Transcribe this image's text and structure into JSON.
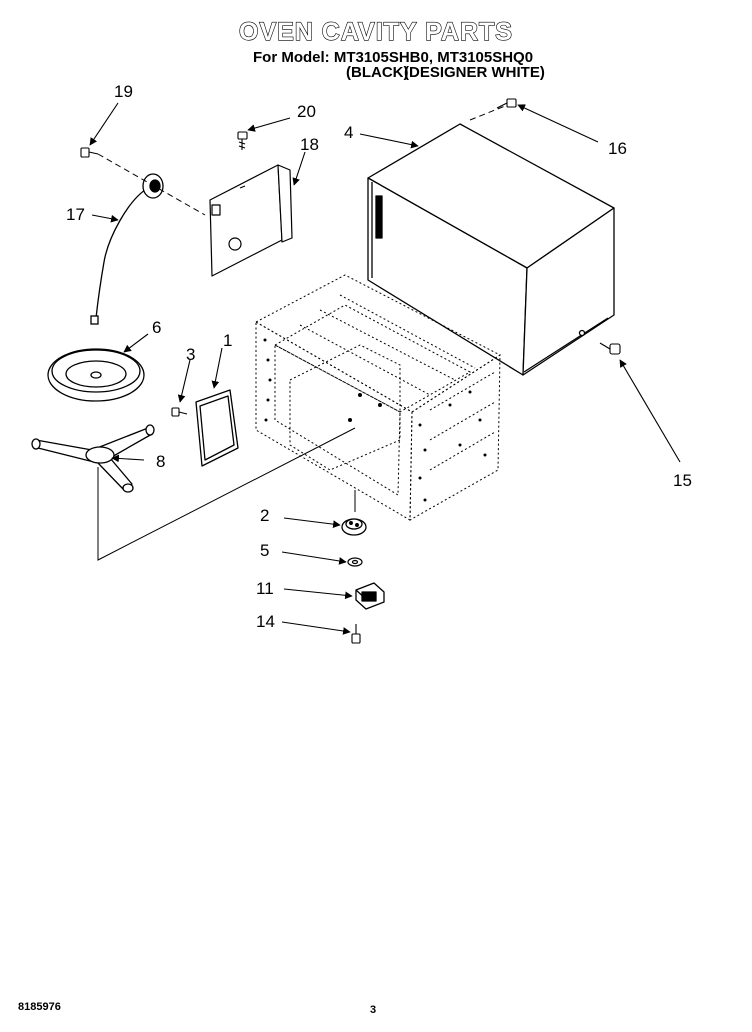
{
  "title": "OVEN CAVITY PARTS",
  "model_line": "For Model: MT3105SHB0, MT3105SHQ0",
  "variants": [
    "(BLACK)",
    "(DESIGNER WHITE)"
  ],
  "callouts": {
    "p1": "1",
    "p2": "2",
    "p3": "3",
    "p4": "4",
    "p5": "5",
    "p6": "6",
    "p8": "8",
    "p11": "11",
    "p14": "14",
    "p15": "15",
    "p16": "16",
    "p17": "17",
    "p18": "18",
    "p19": "19",
    "p20": "20"
  },
  "footer": {
    "doc_number": "8185976",
    "page_number": "3"
  }
}
